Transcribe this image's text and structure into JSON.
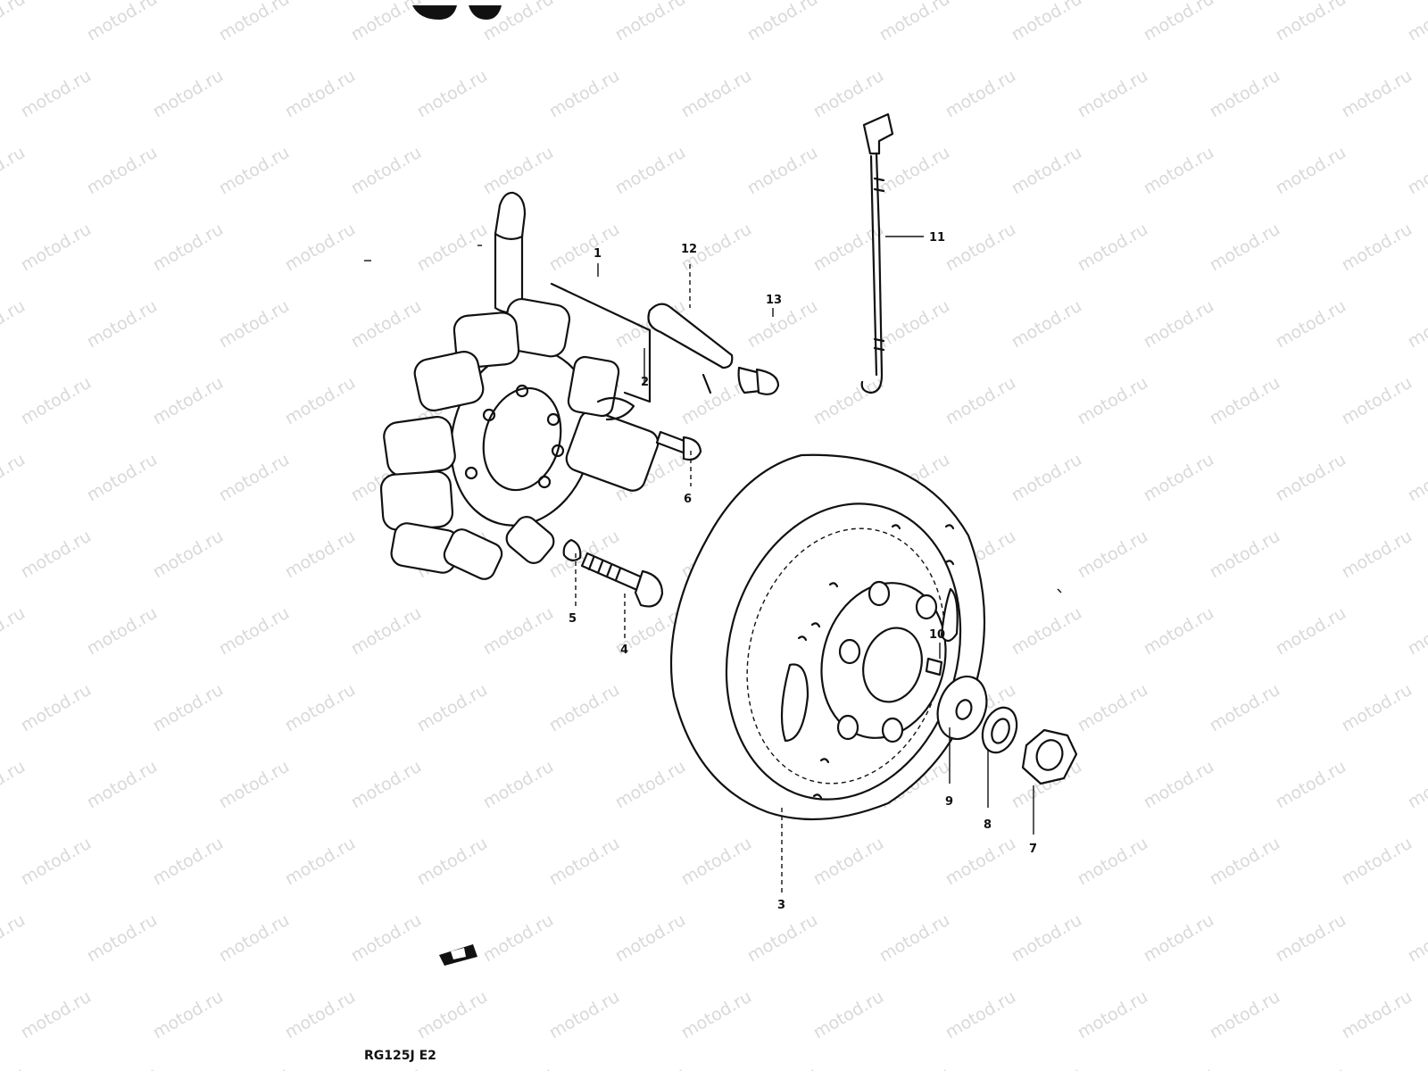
{
  "diagram": {
    "model_code": "RG125J E2",
    "watermark_text": "motod.ru",
    "colors": {
      "ink": "#111111",
      "paper": "#ffffff",
      "watermark": "#d9d9d9"
    },
    "callouts": [
      {
        "id": "1",
        "label": "1"
      },
      {
        "id": "2",
        "label": "2"
      },
      {
        "id": "3",
        "label": "3"
      },
      {
        "id": "4",
        "label": "4"
      },
      {
        "id": "5",
        "label": "5"
      },
      {
        "id": "6",
        "label": "6"
      },
      {
        "id": "7",
        "label": "7"
      },
      {
        "id": "8",
        "label": "8"
      },
      {
        "id": "9",
        "label": "9"
      },
      {
        "id": "10",
        "label": "10"
      },
      {
        "id": "11",
        "label": "11"
      },
      {
        "id": "12",
        "label": "12"
      },
      {
        "id": "13",
        "label": "13"
      }
    ]
  }
}
